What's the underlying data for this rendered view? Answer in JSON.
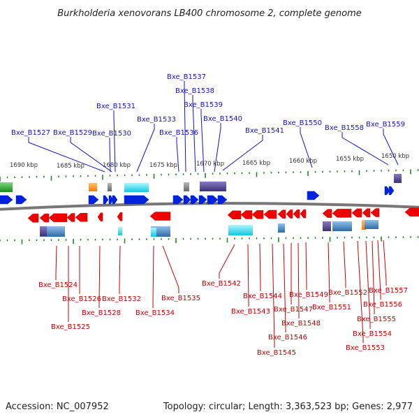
{
  "title": "Burkholderia xenovorans LB400 chromosome 2, complete genome",
  "footer": {
    "accession": "Accession: NC_007952",
    "summary": "Topology: circular; Length: 3,363,523 bp; Genes: 2,977"
  },
  "scale_labels": [
    "1690 kbp",
    "1685 kbp",
    "1680 kbp",
    "1675 kbp",
    "1670 kbp",
    "1665 kbp",
    "1660 kbp",
    "1655 kbp",
    "1650 kbp"
  ],
  "top_genes": [
    "Bxe_B1527",
    "Bxe_B1529",
    "Bxe_B1530",
    "Bxe_B1531",
    "Bxe_B1533",
    "Bxe_B1536",
    "Bxe_B1537",
    "Bxe_B1538",
    "Bxe_B1539",
    "Bxe_B1540",
    "Bxe_B1541",
    "Bxe_B1550",
    "Bxe_B1558",
    "Bxe_B1559"
  ],
  "bottom_genes": [
    "Bxe_B1524",
    "Bxe_B1525",
    "Bxe_B1526",
    "Bxe_B1528",
    "Bxe_B1532",
    "Bxe_B1534",
    "Bxe_B1535",
    "Bxe_B1542",
    "Bxe_B1543",
    "Bxe_B1544",
    "Bxe_B1545",
    "Bxe_B1546",
    "Bxe_B1547",
    "Bxe_B1548",
    "Bxe_B1549",
    "Bxe_B1551",
    "Bxe_B1552",
    "Bxe_B1553",
    "Bxe_B1554",
    "Bxe_B1555",
    "Bxe_B1556",
    "Bxe_B1557"
  ],
  "colors": {
    "forward_gene": "#0022dd",
    "reverse_gene": "#ee0000",
    "top_label": "#1111cc",
    "bottom_label": "#cc0000",
    "backbone": "#888888",
    "ticks": "#228822",
    "cyan_feature": "#22d8e8",
    "purple_feature": "#55448a",
    "orange_feature": "#ff8c1a",
    "steel_feature": "#4a7fb5",
    "green_feature": "#2a9a2a"
  }
}
